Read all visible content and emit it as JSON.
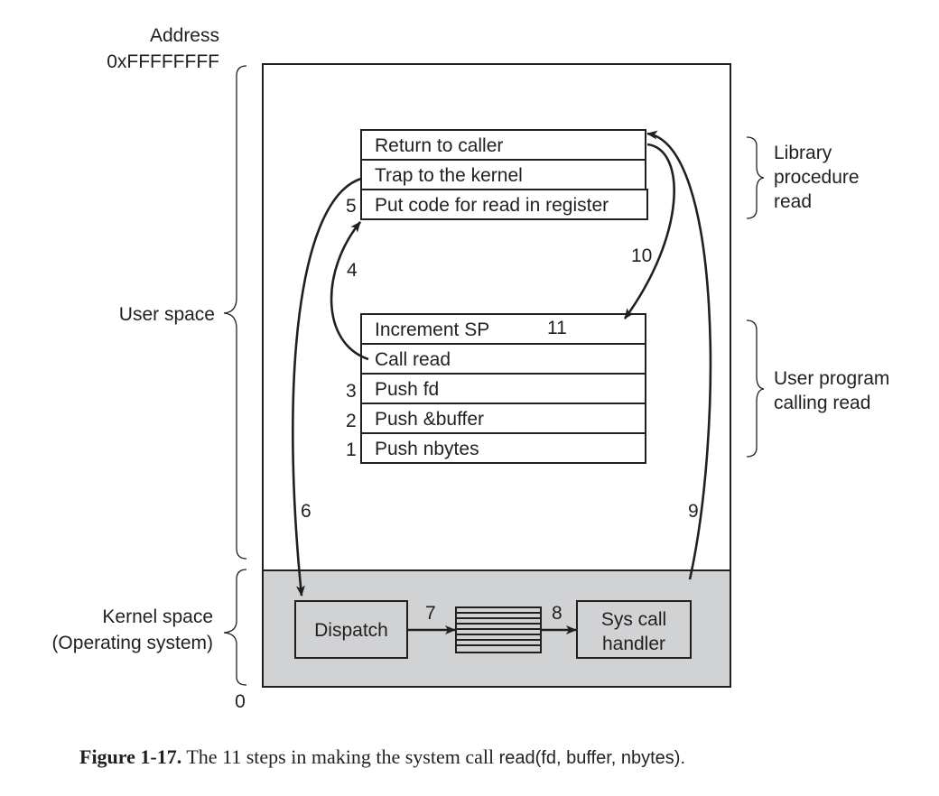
{
  "left_labels": {
    "address_title": "Address",
    "address_top": "0xFFFFFFFF",
    "address_bottom": "0",
    "user_space": "User space",
    "kernel_space_line1": "Kernel space",
    "kernel_space_line2": "(Operating system)"
  },
  "right_labels": {
    "library_line1": "Library",
    "library_line2": "procedure",
    "library_line3": "read",
    "user_program_line1": "User program",
    "user_program_line2": "calling read"
  },
  "library_stack": [
    {
      "label": "Return to caller",
      "step": ""
    },
    {
      "label": "Trap to the kernel",
      "step": ""
    },
    {
      "label": "Put code for read in register",
      "step": "5"
    }
  ],
  "user_stack": [
    {
      "label": "Increment SP",
      "step": "",
      "inline_step": "11"
    },
    {
      "label": "Call read",
      "step": ""
    },
    {
      "label": "Push fd",
      "step": "3"
    },
    {
      "label": "Push &buffer",
      "step": "2"
    },
    {
      "label": "Push nbytes",
      "step": "1"
    }
  ],
  "kernel": {
    "dispatch": "Dispatch",
    "handler_line1": "Sys call",
    "handler_line2": "handler"
  },
  "step_labels": {
    "s4": "4",
    "s6": "6",
    "s7": "7",
    "s8": "8",
    "s9": "9",
    "s10": "10"
  },
  "colors": {
    "ink": "#231f20",
    "kernel_fill": "#d1d2d4",
    "background": "#ffffff"
  },
  "caption": {
    "figure_label": "Figure 1-17.",
    "text": "The 11 steps in making the system call",
    "call": "read(fd, buffer, nbytes)."
  }
}
